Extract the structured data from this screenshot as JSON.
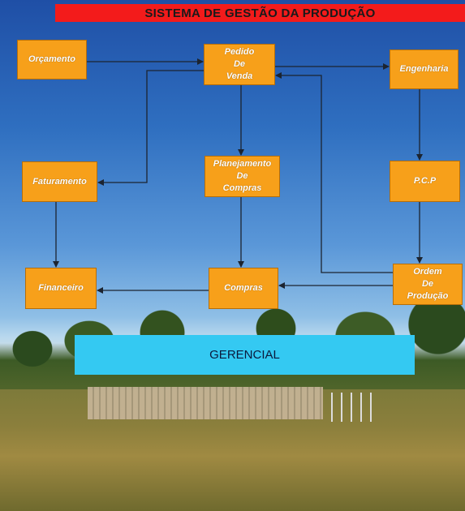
{
  "title": "SISTEMA DE GESTÃO DA PRODUÇÃO",
  "nodes": {
    "orcamento": "Orçamento",
    "pedido": "Pedido\nDe\nVenda",
    "engenharia": "Engenharia",
    "faturamento": "Faturamento",
    "planejamento": "Planejamento\nDe\nCompras",
    "pcp": "P.C.P",
    "financeiro": "Financeiro",
    "compras": "Compras",
    "ordem": "Ordem\nDe\nProdução"
  },
  "gerencial": "GERENCIAL",
  "colors": {
    "title_bar": "#f31b1b",
    "node_fill": "#f7a01a",
    "gerencial_fill": "#34c9f2"
  }
}
